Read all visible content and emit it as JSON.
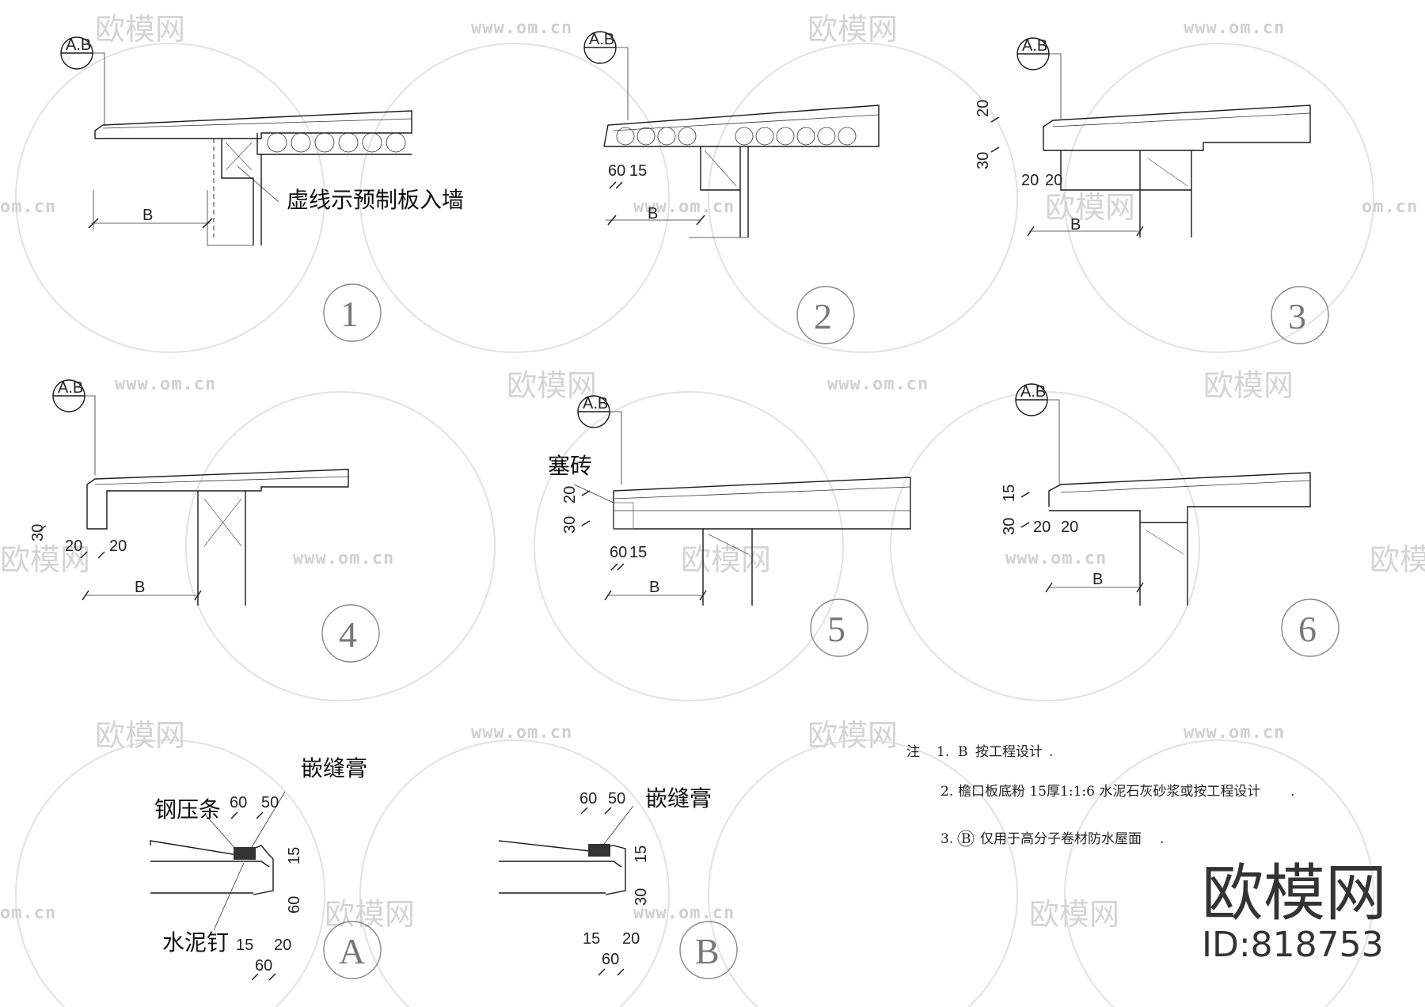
{
  "watermark": {
    "logo_text": "欧模网",
    "url_text": "www.om.cn",
    "url_partial": "om.cn"
  },
  "details": [
    {
      "number": "1",
      "ref": "A.B",
      "dim_b": "B",
      "note": "虚线示预制板入墙"
    },
    {
      "number": "2",
      "ref": "A.B",
      "dim_b": "B",
      "dims": [
        "60",
        "15"
      ]
    },
    {
      "number": "3",
      "ref": "A.B",
      "dim_b": "B",
      "dims": [
        "20",
        "30",
        "20",
        "20"
      ]
    },
    {
      "number": "4",
      "ref": "A.B",
      "dim_b": "B",
      "dims": [
        "30",
        "20",
        "20"
      ]
    },
    {
      "number": "5",
      "ref": "A.B",
      "dim_b": "B",
      "dims": [
        "20",
        "30",
        "60",
        "15"
      ],
      "note": "塞砖"
    },
    {
      "number": "6",
      "ref": "A.B",
      "dim_b": "B",
      "dims": [
        "15",
        "30",
        "20",
        "20"
      ]
    }
  ],
  "detail_a": {
    "number": "A",
    "label_sealant": "嵌缝膏",
    "label_strip": "钢压条",
    "label_nail": "水泥钉",
    "dims": [
      "60",
      "50",
      "15",
      "60",
      "15",
      "20",
      "60"
    ]
  },
  "detail_b": {
    "number": "B",
    "label_sealant": "嵌缝膏",
    "dims": [
      "60",
      "50",
      "15",
      "30",
      "15",
      "20",
      "60"
    ]
  },
  "notes": {
    "prefix": "注",
    "line1_num": "1.",
    "line1_ref": "B",
    "line1_text": "按工程设计",
    "line2_num": "2.",
    "line2_text": "檐口板底粉  15厚1:1:6  水泥石灰砂浆或按工程设计",
    "line3_num": "3.",
    "line3_ref": "B",
    "line3_text": "仅用于高分子卷材防水屋面"
  },
  "brand": {
    "name": "欧模网",
    "id": "ID:818753"
  }
}
